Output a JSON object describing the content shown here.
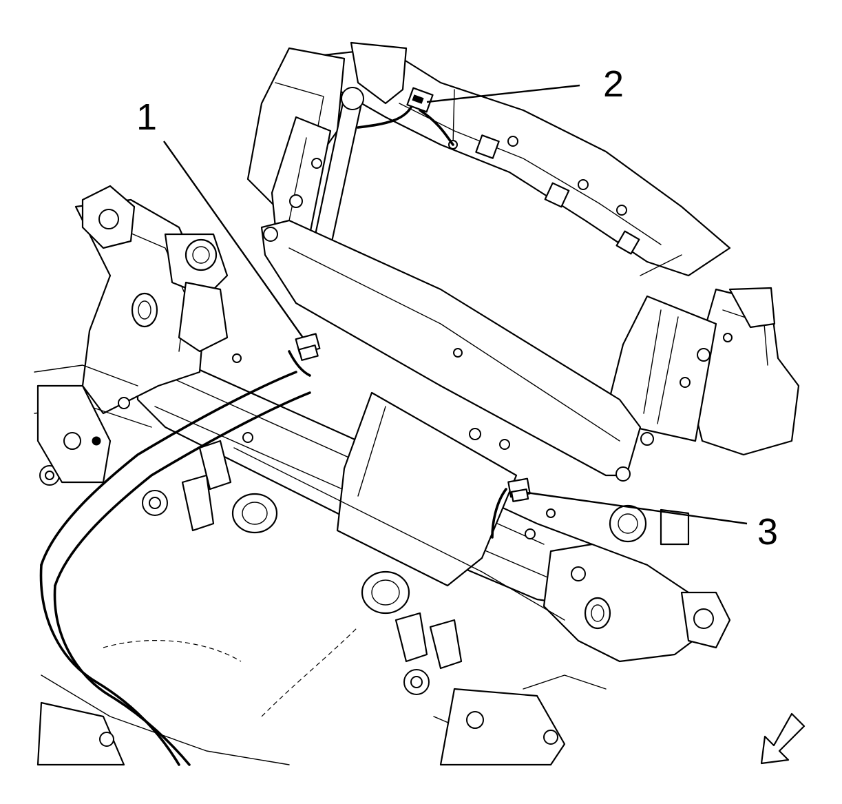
{
  "callouts": [
    {
      "id": "1",
      "label": "1"
    },
    {
      "id": "2",
      "label": "2"
    },
    {
      "id": "3",
      "label": "3"
    }
  ],
  "direction_indicator": {
    "icon": "arrow-down-left-icon"
  },
  "colors": {
    "line": "#000000",
    "background": "#ffffff"
  }
}
